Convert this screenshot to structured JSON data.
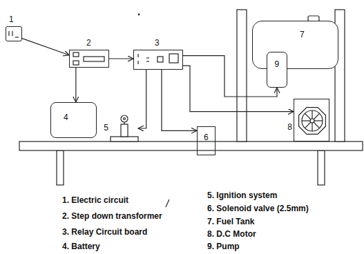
{
  "diagram": {
    "nodes": [
      {
        "text": [
          "1"
        ]
      },
      {
        "text": [
          "2"
        ]
      },
      {
        "text": [
          "3"
        ]
      },
      {
        "text": [
          "4"
        ]
      },
      {
        "text": [
          "5"
        ]
      },
      {
        "text": [
          "6"
        ]
      },
      {
        "text": [
          "7"
        ]
      },
      {
        "text": [
          "9"
        ],
        "in": 6
      },
      {
        "text": [
          "8"
        ]
      }
    ],
    "edges": [
      {
        "from": 0,
        "to": 1,
        "arrow": "to"
      },
      {
        "from": 1,
        "to": 2,
        "arrow": "to"
      },
      {
        "from": 1,
        "to": 3,
        "arrow": "to"
      },
      {
        "from": 2,
        "to": 4,
        "arrow": "to"
      },
      {
        "from": 2,
        "to": 5,
        "arrow": "to"
      },
      {
        "from": 2,
        "to": 7,
        "arrow": "to"
      },
      {
        "from": 2,
        "to": 8,
        "arrow": "to"
      }
    ],
    "labels": [
      "1. Electric circuit",
      "2. Step down transformer",
      "3. Relay Circuit board",
      "4. Battery",
      "5. Ignition system",
      "6. Solenoid valve (2.5mm)",
      "7. Fuel Tank",
      "8. D.C Motor",
      "9. Pump"
    ]
  }
}
